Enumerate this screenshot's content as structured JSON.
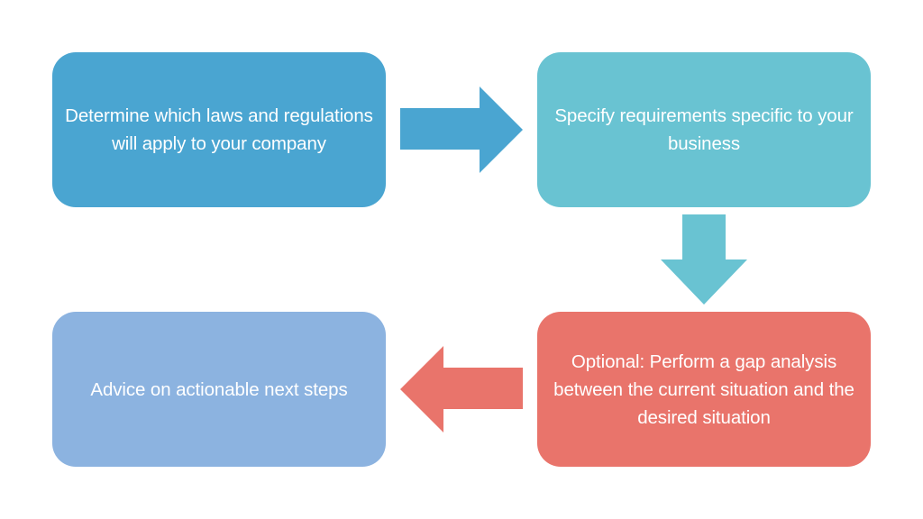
{
  "diagram": {
    "steps": [
      {
        "label": "Determine which laws and regulations\nwill apply to your company",
        "color": "#4aa5d1"
      },
      {
        "label": "Specify requirements specific to your\nbusiness",
        "color": "#69c3d2"
      },
      {
        "label": "Optional: Perform a gap analysis\nbetween the current situation and the\ndesired situation",
        "color": "#e9746b"
      },
      {
        "label": "Advice on actionable next steps",
        "color": "#8cb3e0"
      }
    ],
    "arrows": [
      {
        "direction": "right",
        "color": "#4aa5d1"
      },
      {
        "direction": "down",
        "color": "#69c3d2"
      },
      {
        "direction": "left",
        "color": "#e9746b"
      }
    ]
  }
}
